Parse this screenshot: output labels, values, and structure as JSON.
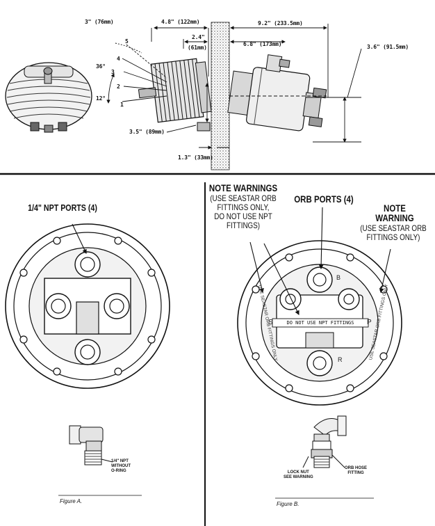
{
  "top": {
    "dims": {
      "d1": "3\" (76mm)",
      "d2": "4.8\" (122mm)",
      "d3": "9.2\" (233.5mm)",
      "d4": "2.4\"",
      "d5": "(61mm)",
      "d6": "6.8\" (173mm)",
      "d7": "3.6\" (91.5mm)",
      "d8": "3.5\" (89mm)",
      "d9": "1.3\" (33mm)"
    },
    "angles": {
      "a1": "36°",
      "a2": "12°"
    },
    "positions": [
      "5",
      "4",
      "3",
      "2",
      "1"
    ]
  },
  "figA": {
    "heading": "1/4\" NPT PORTS (4)",
    "fitting_label": [
      "1/4\" NPT",
      "WITHOUT",
      "O-RING"
    ],
    "caption": "Figure A."
  },
  "figB": {
    "note_warnings": {
      "title": "NOTE WARNINGS",
      "lines": [
        "(USE SEASTAR ORB",
        "FITTINGS ONLY,",
        "DO NOT USE NPT",
        "FITTINGS)"
      ]
    },
    "orb_ports": "ORB PORTS (4)",
    "note_warning": {
      "title": [
        "NOTE",
        "WARNING"
      ],
      "lines": [
        "(USE SEASTAR ORB",
        "FITTINGS ONLY)"
      ]
    },
    "stamp_center": "DO NOT USE NPT FITTINGS",
    "stamp_left": "USE SEASTAR ORB FITTINGS ONLY",
    "stamp_right": "USE SEASTAR ORB FITTINGS ONLY",
    "port_letters": {
      "s": "S",
      "p": "P",
      "b": "B",
      "r": "R"
    },
    "lock_nut": [
      "LOCK NUT",
      "SEE WARNING"
    ],
    "orb_hose": [
      "ORB HOSE",
      "FITTING"
    ],
    "caption": "Figure B."
  }
}
